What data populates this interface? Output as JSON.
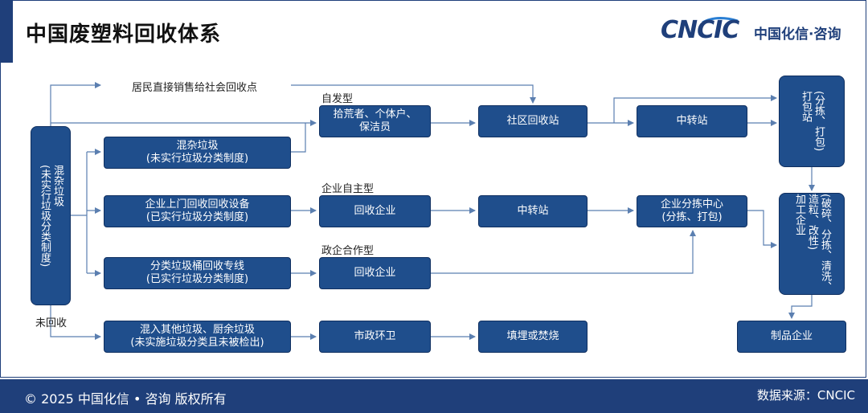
{
  "header": {
    "title": "中国废塑料回收体系",
    "logo_text_en": "CNCIC",
    "logo_text_cn": "中国化信·咨询"
  },
  "labels": {
    "direct_sale": "居民直接销售给社会回收点",
    "spontaneous": "自发型",
    "enterprise_self": "企业自主型",
    "gov_enterprise": "政企合作型",
    "not_recycled": "未回收"
  },
  "nodes": {
    "mixed_waste": "混杂垃圾\n(未实行垃圾分类制度)",
    "mixed_garbage_unsorted": "混杂垃圾\n(未实行垃圾分类制度)",
    "enterprise_door": "企业上门回收回收设备\n(已实行垃圾分类制度)",
    "sorted_bin_line": "分类垃圾桶回收专线\n(已实行垃圾分类制度)",
    "mixed_other": "混入其他垃圾、厨余垃圾\n(未实施垃圾分类且未被检出)",
    "scavengers": "拾荒者、个体户、\n保洁员",
    "recycler_1": "回收企业",
    "recycler_2": "回收企业",
    "municipal": "市政环卫",
    "community_point": "社区回收站",
    "transfer_1": "中转站",
    "landfill": "填埋或焚烧",
    "transfer_2": "中转站",
    "sorting_center": "企业分拣中心\n(分拣、打包)",
    "sort_pack_station": "(分拣、打包)\n打包站",
    "processing": "(破碎、分拣、清洗、造粒、改性)\n加工企业",
    "product_enterprise": "制品企业"
  },
  "footer": {
    "copyright": "© 2025 中国化信 • 咨询  版权所有",
    "source": "数据来源：CNCIC"
  },
  "colors": {
    "box_fill": "#1f4e8c",
    "brand": "#1f3f7a",
    "line": "#5b7fb0"
  }
}
